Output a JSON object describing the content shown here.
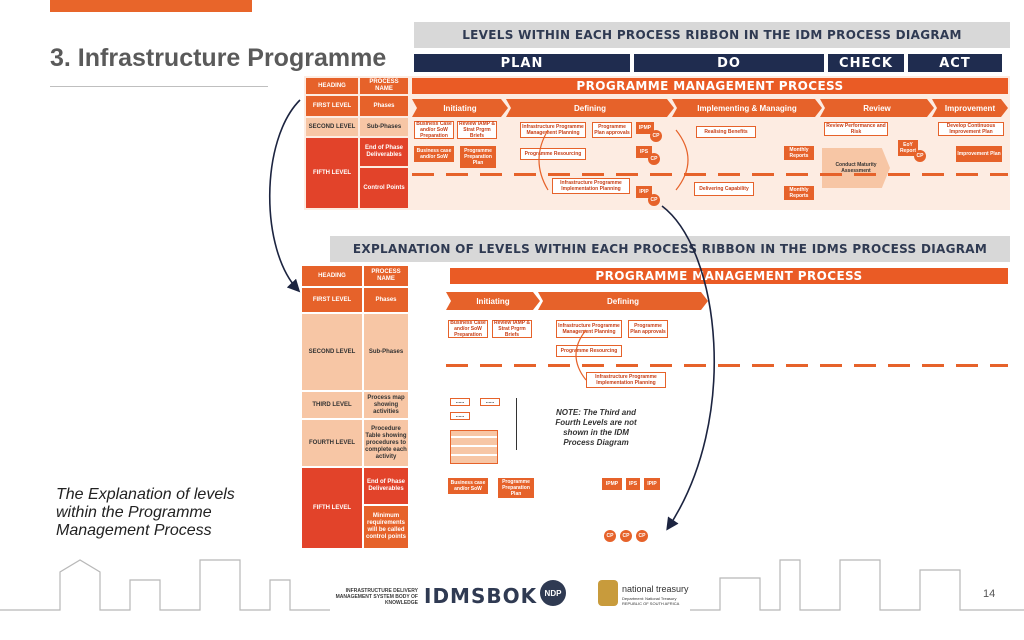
{
  "slide": {
    "title": "3. Infrastructure Programme",
    "caption": "The Explanation of levels within the Programme Management Process",
    "page_number": "14"
  },
  "top_diagram": {
    "header": "LEVELS WITHIN EACH PROCESS RIBBON IN THE IDM PROCESS DIAGRAM",
    "pdca": [
      "PLAN",
      "DO",
      "CHECK",
      "ACT"
    ],
    "banner": "PROGRAMME MANAGEMENT PROCESS",
    "levels": {
      "heading": "HEADING",
      "process_name": "PROCESS NAME",
      "first_level": "FIRST LEVEL",
      "phases": "Phases",
      "second_level": "SECOND LEVEL",
      "sub_phases": "Sub-Phases",
      "end_of_phase": "End of Phase Deliverables",
      "fifth_level": "FIFTH LEVEL",
      "control_points": "Control Points"
    },
    "phase_names": [
      "Initiating",
      "Defining",
      "Implementing & Managing",
      "Review",
      "Improvement"
    ],
    "subphases": {
      "business_case": "Business Case and/or SoW Preparation",
      "review_iamp": "Review IAMP & Strat Prgrm Briefs",
      "infra_prog_mgmt": "Infrastructure Programme Management Planning",
      "prog_plan_approvals": "Programme Plan approvals",
      "realising_benefits": "Realising Benefits",
      "review_perf": "Review Performance and Risk",
      "develop_improvement": "Develop Continuous Improvement Plan",
      "prog_resourcing": "Programme Resourcing",
      "infra_impl_planning": "Infrastructure Programme Implementation Planning",
      "delivering_capability": "Delivering Capability",
      "conduct_maturity": "Conduct Maturity Assessment"
    },
    "deliverables": {
      "business_case": "Business case and/or SoW",
      "prog_prep_plan": "Programme Preparation Plan",
      "ipmp": "IPMP",
      "ips": "IPS",
      "ipip": "IPIP",
      "monthly_reports": "Monthly Reports",
      "eoy_report": "EoY Report",
      "improvement_plan": "Improvement Plan",
      "cp": "CP"
    }
  },
  "bottom_diagram": {
    "header": "EXPLANATION OF LEVELS WITHIN EACH PROCESS RIBBON IN THE IDMS PROCESS DIAGRAM",
    "banner": "PROGRAMME MANAGEMENT PROCESS",
    "levels": {
      "heading": "HEADING",
      "process_name": "PROCESS NAME",
      "first_level": "FIRST LEVEL",
      "phases": "Phases",
      "second_level": "SECOND LEVEL",
      "sub_phases": "Sub-Phases",
      "third_level": "THIRD LEVEL",
      "process_map": "Process map showing activities",
      "fourth_level": "FOURTH LEVEL",
      "procedure_table": "Procedure Table showing procedures to complete each activity",
      "fifth_level": "FIFTH LEVEL",
      "end_of_phase": "End of Phase Deliverables",
      "minimum_requirements": "Minimum requirements will be called control points"
    },
    "phase_names": [
      "Initiating",
      "Defining"
    ],
    "note": "NOTE: The Third and Fourth Levels are not shown in the IDM Process Diagram",
    "placeholder": "......"
  },
  "footer": {
    "idms_small": "INFRASTRUCTURE DELIVERY MANAGEMENT SYSTEM BODY OF KNOWLEDGE",
    "idmsbok": "IDMSBOK",
    "ndp": "NDP",
    "treasury": "national treasury",
    "treasury_sub": "Department: National Treasury REPUBLIC OF SOUTH AFRICA"
  },
  "colors": {
    "orange": "#e6622a",
    "navy": "#1f2c4f",
    "peach": "#f7c6a5"
  }
}
